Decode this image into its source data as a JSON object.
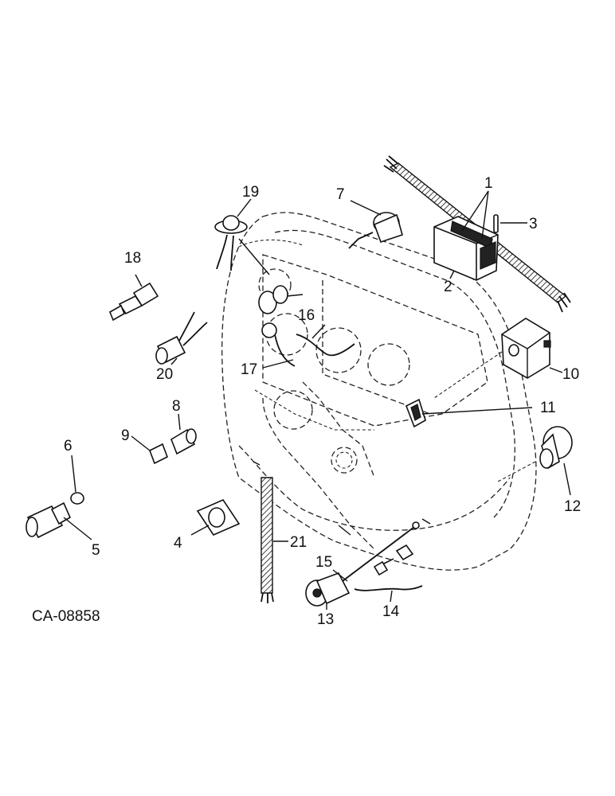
{
  "drawing_code": "CA-08858",
  "callouts": [
    "1",
    "2",
    "3",
    "4",
    "5",
    "6",
    "7",
    "8",
    "9",
    "10",
    "11",
    "12",
    "13",
    "14",
    "15",
    "16",
    "17",
    "18",
    "19",
    "20",
    "21"
  ]
}
